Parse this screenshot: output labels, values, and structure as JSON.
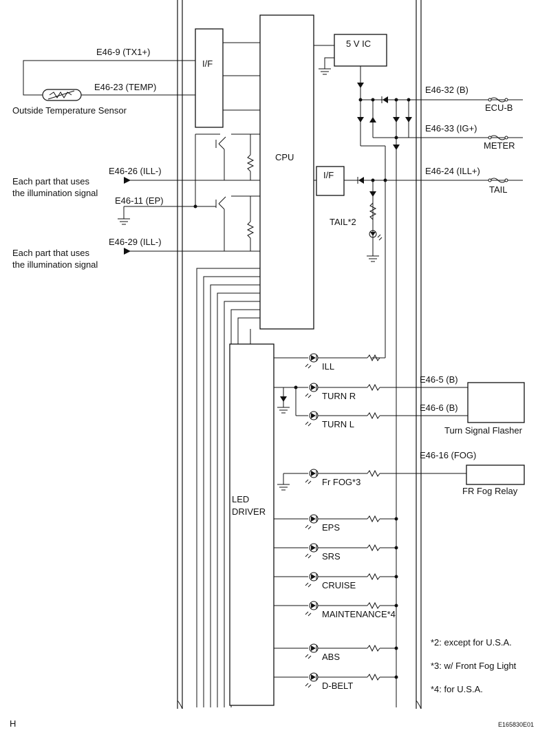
{
  "labels": {
    "tx1": "E46-9 (TX1+)",
    "temp": "E46-23 (TEMP)",
    "outside_sensor": "Outside Temperature Sensor",
    "ill_minus_26": "E46-26 (ILL-)",
    "each_part_1a": "Each part that uses",
    "each_part_1b": "the illumination signal",
    "ep": "E46-11 (EP)",
    "ill_minus_29": "E46-29 (ILL-)",
    "each_part_2a": "Each part that uses",
    "each_part_2b": "the illumination signal",
    "if_left": "I/F",
    "cpu": "CPU",
    "ic5v": "5 V IC",
    "if_right": "I/F",
    "b32": "E46-32 (B)",
    "ecub": "ECU-B",
    "ig33": "E46-33 (IG+)",
    "meter": "METER",
    "ill24": "E46-24 (ILL+)",
    "tail": "TAIL",
    "tail2": "TAIL*2",
    "led_driver_1": "LED",
    "led_driver_2": "DRIVER",
    "b5": "E46-5 (B)",
    "b6": "E46-6 (B)",
    "turn_flasher": "Turn Signal Flasher",
    "fog16": "E46-16 (FOG)",
    "fog_relay": "FR Fog Relay",
    "note2": "*2: except for U.S.A.",
    "note3": "*3: w/ Front Fog Light",
    "note4": "*4: for U.S.A.",
    "corner_left": "H",
    "corner_right": "E165830E01"
  },
  "leds": [
    {
      "name": "ill",
      "label": "ILL"
    },
    {
      "name": "turn-r",
      "label": "TURN R"
    },
    {
      "name": "turn-l",
      "label": "TURN L"
    },
    {
      "name": "fr-fog",
      "label": "Fr FOG*3"
    },
    {
      "name": "eps",
      "label": "EPS"
    },
    {
      "name": "srs",
      "label": "SRS"
    },
    {
      "name": "cruise",
      "label": "CRUISE"
    },
    {
      "name": "maintenance",
      "label": "MAINTENANCE*4"
    },
    {
      "name": "abs",
      "label": "ABS"
    },
    {
      "name": "d-belt",
      "label": "D-BELT"
    }
  ]
}
